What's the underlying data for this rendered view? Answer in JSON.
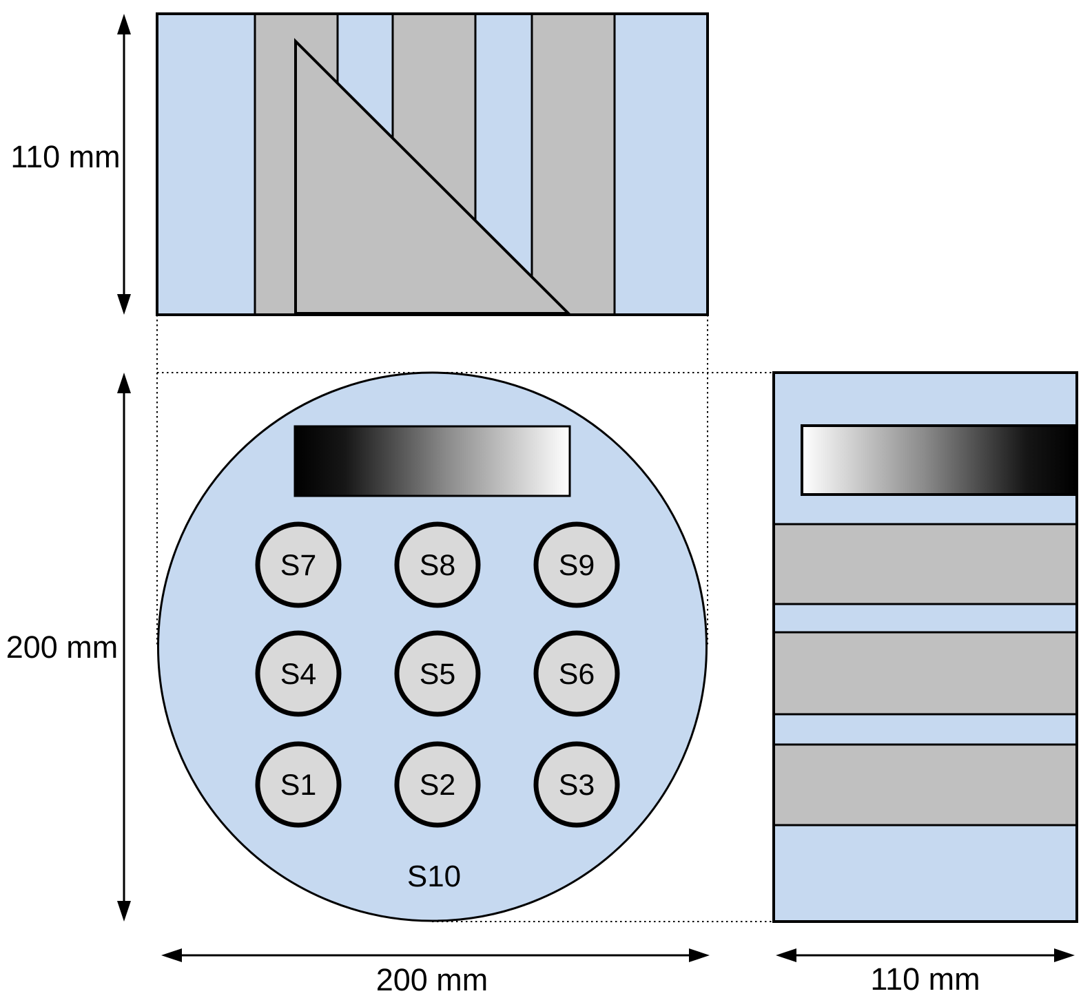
{
  "figure": {
    "views": {
      "top": {
        "height_label": "110 mm"
      },
      "front": {
        "height_label": "200 mm",
        "width_label": "200 mm",
        "body_label": "S10",
        "samples": [
          [
            "S7",
            "S8",
            "S9"
          ],
          [
            "S4",
            "S5",
            "S6"
          ],
          [
            "S1",
            "S2",
            "S3"
          ]
        ]
      },
      "side": {
        "width_label": "110 mm"
      }
    },
    "colors": {
      "body_blue": "#c6d9f0",
      "insert_gray": "#c0c0c0",
      "sample_fill": "#d9d9d9",
      "outline": "#000000",
      "gradient_dark": "#000000",
      "gradient_light": "#ffffff"
    }
  }
}
